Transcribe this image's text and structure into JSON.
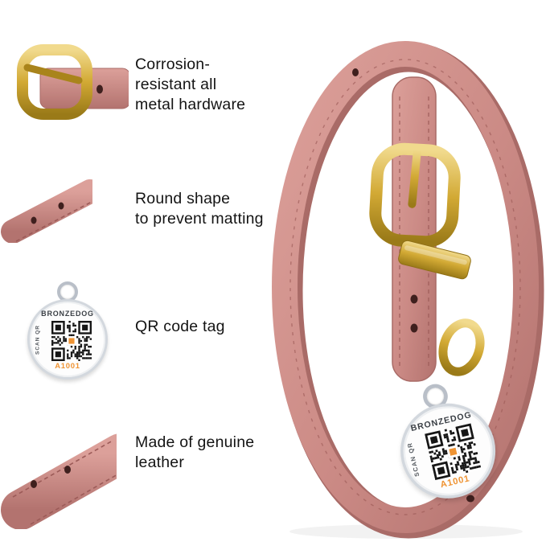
{
  "features": [
    {
      "label": "Corrosion-\nresistant all\nmetal hardware",
      "icon": "buckle-closeup-photo"
    },
    {
      "label": "Round shape\nto prevent matting",
      "icon": "round-strap-closeup-photo"
    },
    {
      "label": "QR code tag",
      "icon": "qr-tag-photo"
    },
    {
      "label": "Made of genuine\nleather",
      "icon": "leather-closeup-photo"
    }
  ],
  "tag": {
    "brand": "BRONZEDOG",
    "scan": "SCAN QR",
    "code": "A1001"
  },
  "colors": {
    "text": "#141414",
    "strap": "#cf8d88",
    "strap_dark": "#a96b67",
    "stitch": "#9c5b58",
    "hole": "#3f201e",
    "gold": "#c9a227",
    "gold_dark": "#8f6f15",
    "tag_text": "#3a3f45",
    "tag_code": "#ef9434",
    "qr": "#161616"
  }
}
